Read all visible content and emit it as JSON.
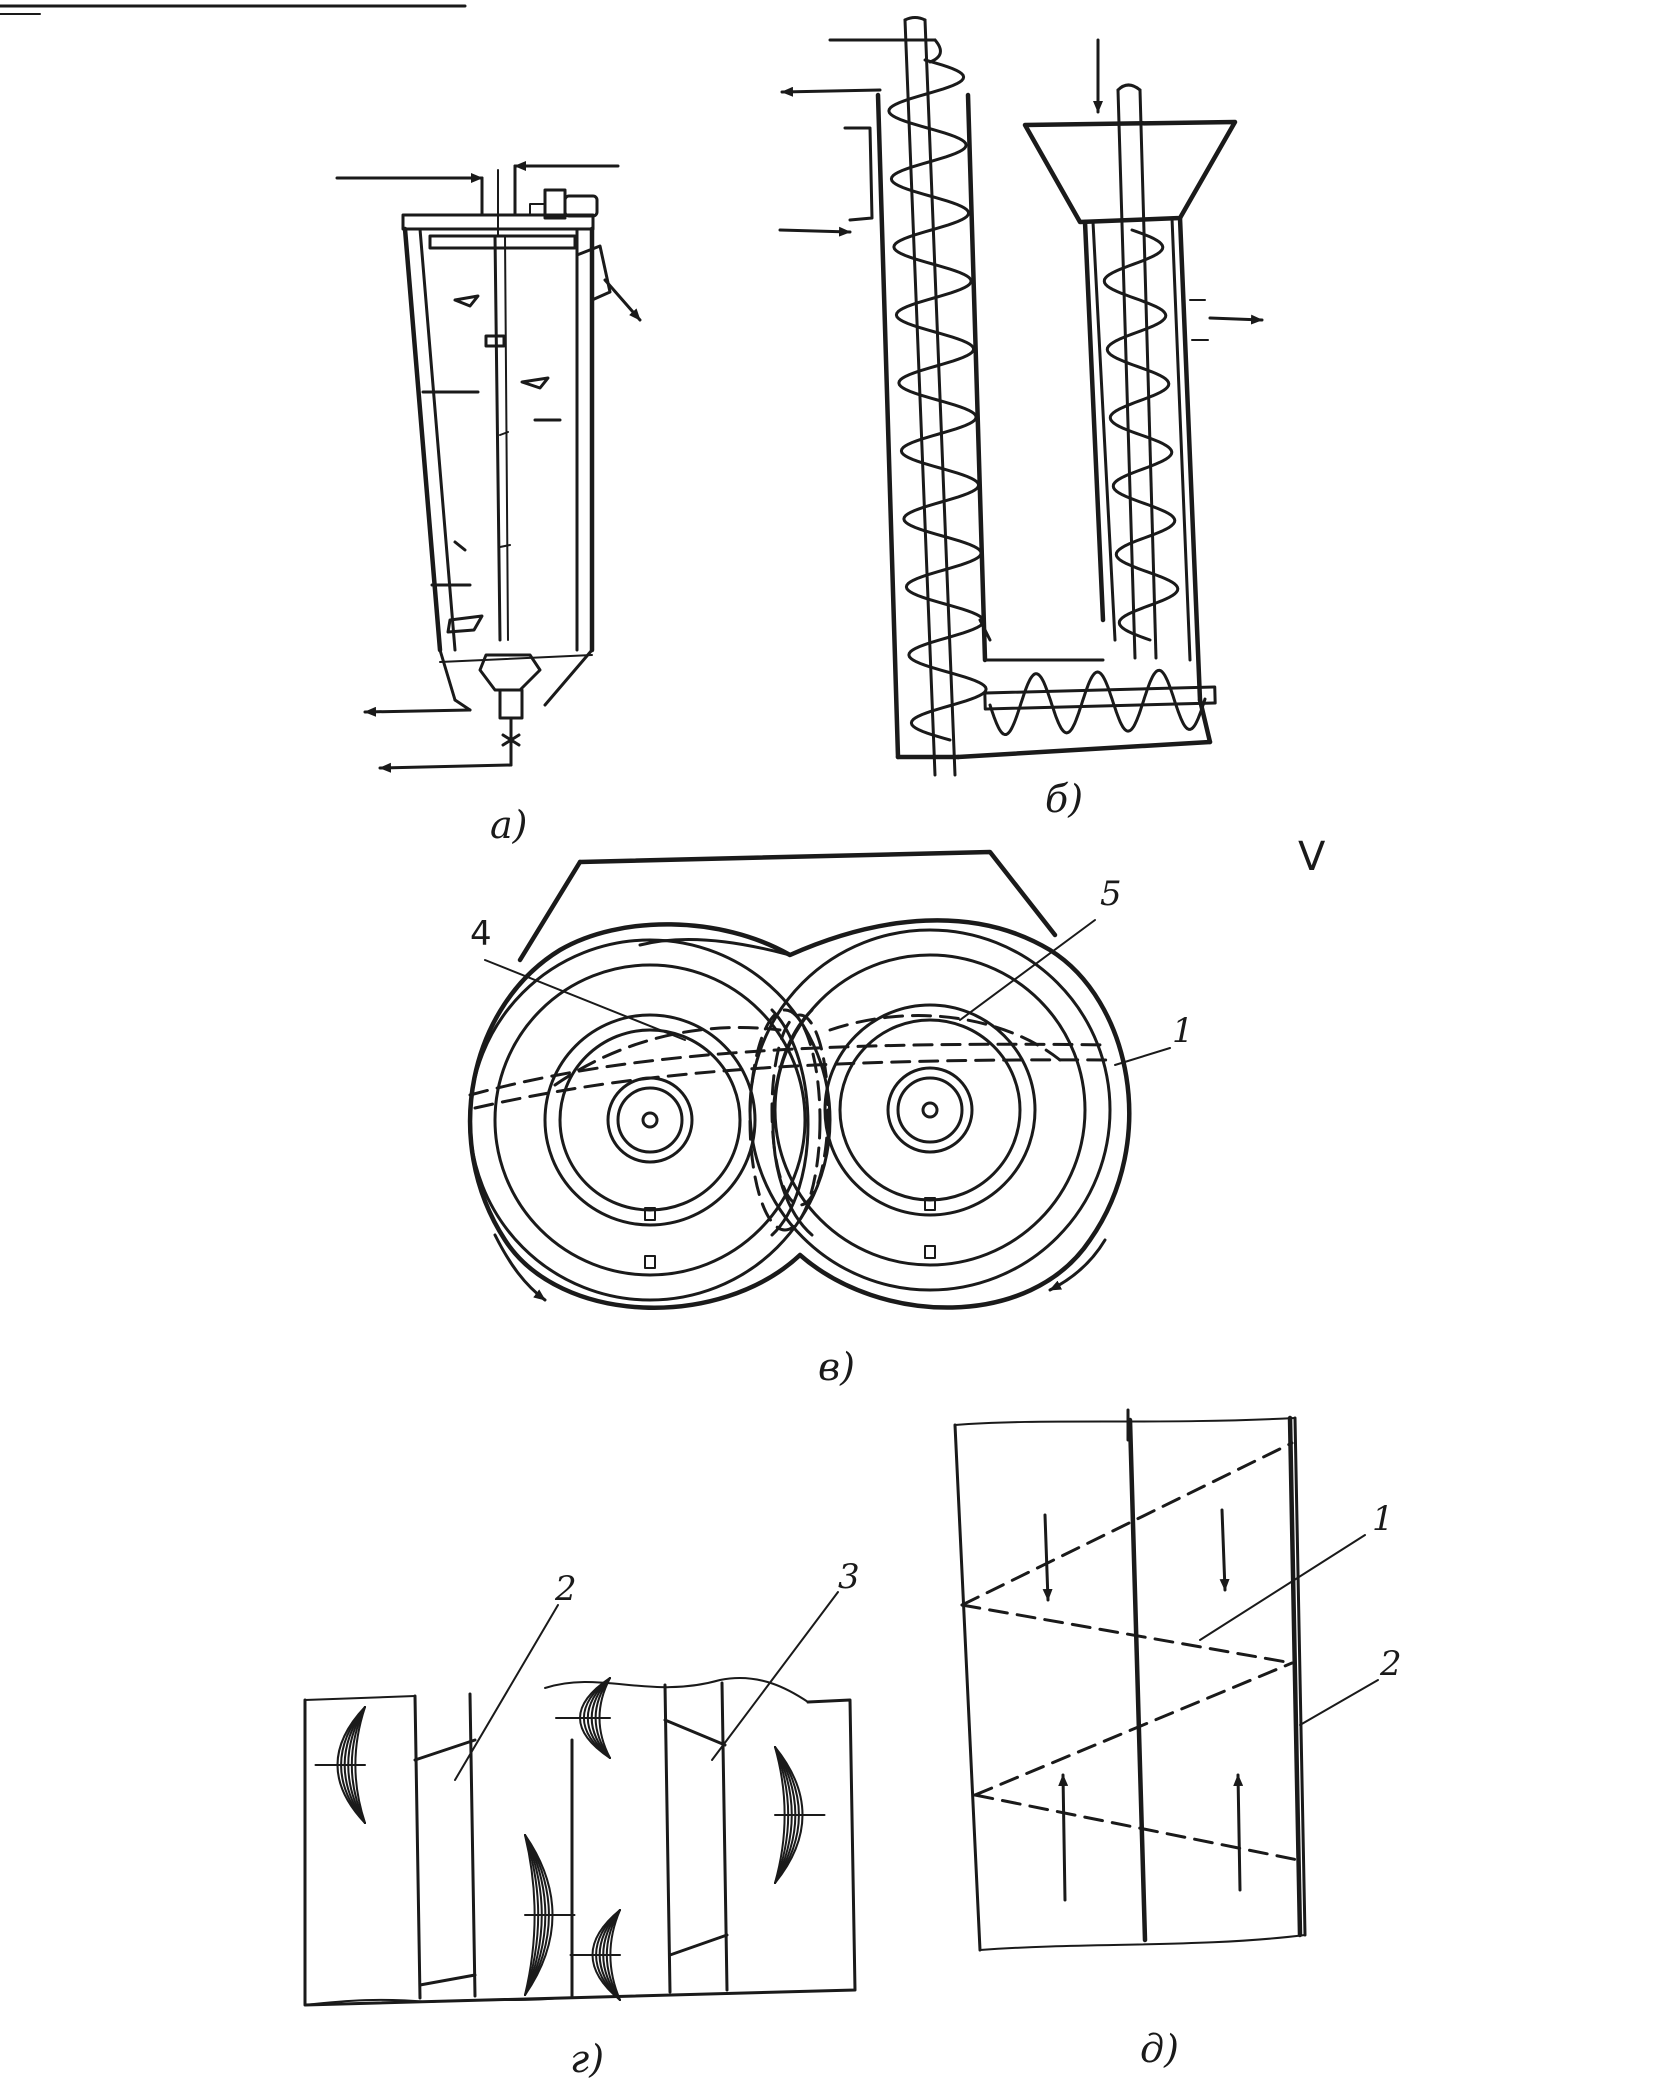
{
  "labels": {
    "caption_a": "а)",
    "caption_b": "б)",
    "caption_v": "в)",
    "caption_g": "г)",
    "caption_d": "д)",
    "num_1_v": "1",
    "num_4": "4",
    "num_5": "5",
    "num_2_g": "2",
    "num_3": "3",
    "num_1_d": "1",
    "num_2_d": "2",
    "margin_mark": "V"
  }
}
